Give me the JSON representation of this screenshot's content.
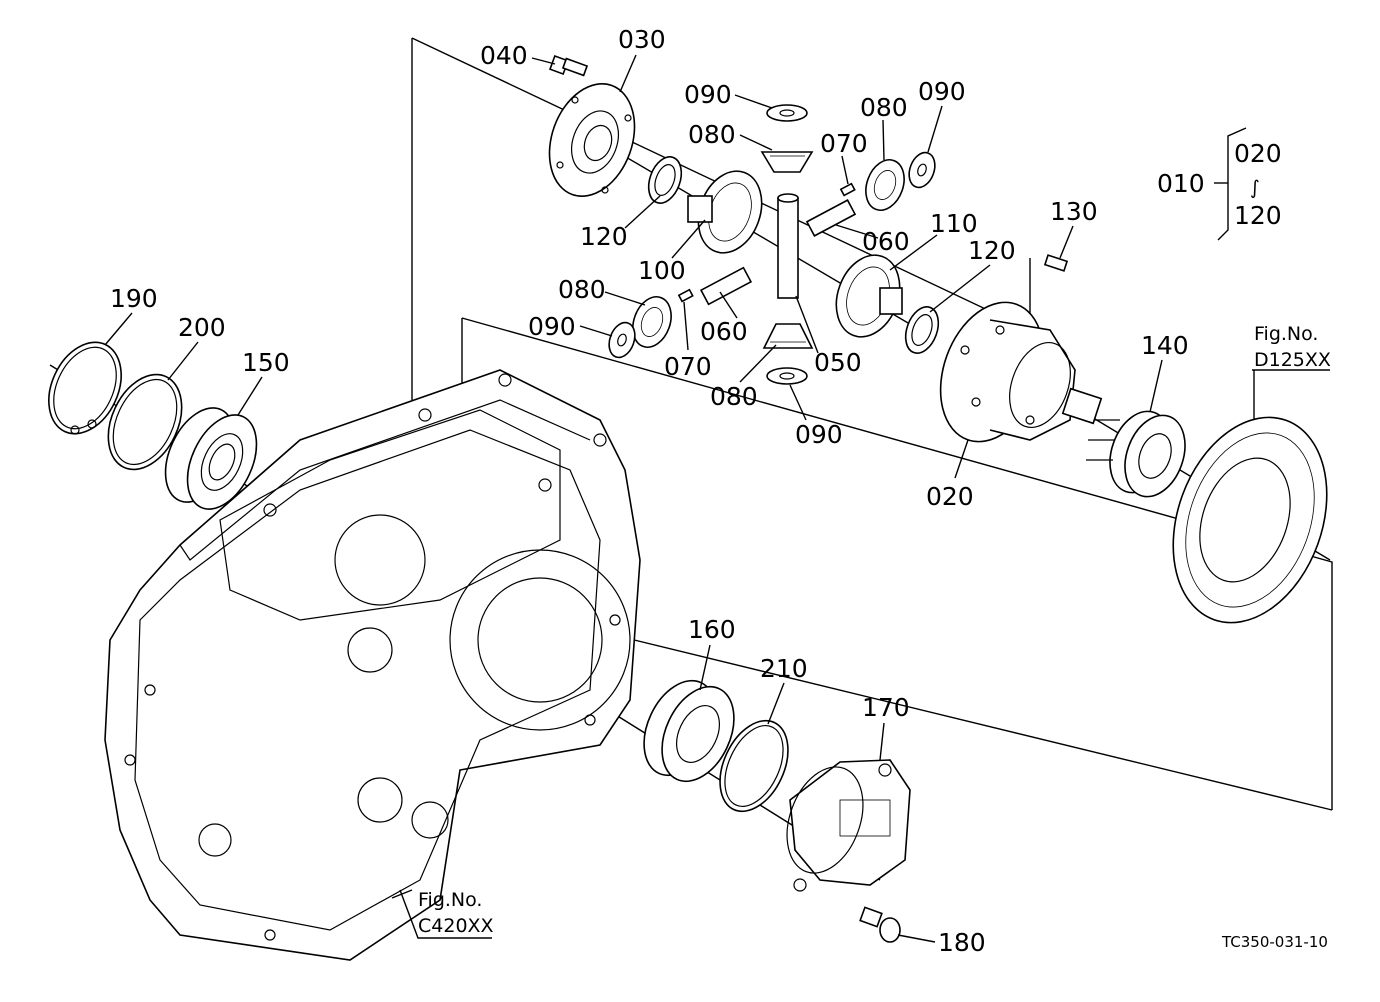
{
  "labels": {
    "p010": "010",
    "p020a": "020",
    "p020b": "020",
    "tilde": "∫",
    "p120a": "120",
    "p030": "030",
    "p040": "040",
    "p050": "050",
    "p060a": "060",
    "p060b": "060",
    "p070a": "070",
    "p070b": "070",
    "p080a": "080",
    "p080b": "080",
    "p080c": "080",
    "p080d": "080",
    "p090a": "090",
    "p090b": "090",
    "p090c": "090",
    "p090d": "090",
    "p100": "100",
    "p110": "110",
    "p120b": "120",
    "p120c": "120",
    "p130": "130",
    "p140": "140",
    "p150": "150",
    "p160": "160",
    "p170": "170",
    "p180": "180",
    "p190": "190",
    "p200": "200",
    "p210": "210"
  },
  "references": {
    "fig_label_1": "Fig.No.",
    "fig_code_1": "D125XX",
    "fig_label_2": "Fig.No.",
    "fig_code_2": "C420XX"
  },
  "drawing_code": "TC350-031-10"
}
